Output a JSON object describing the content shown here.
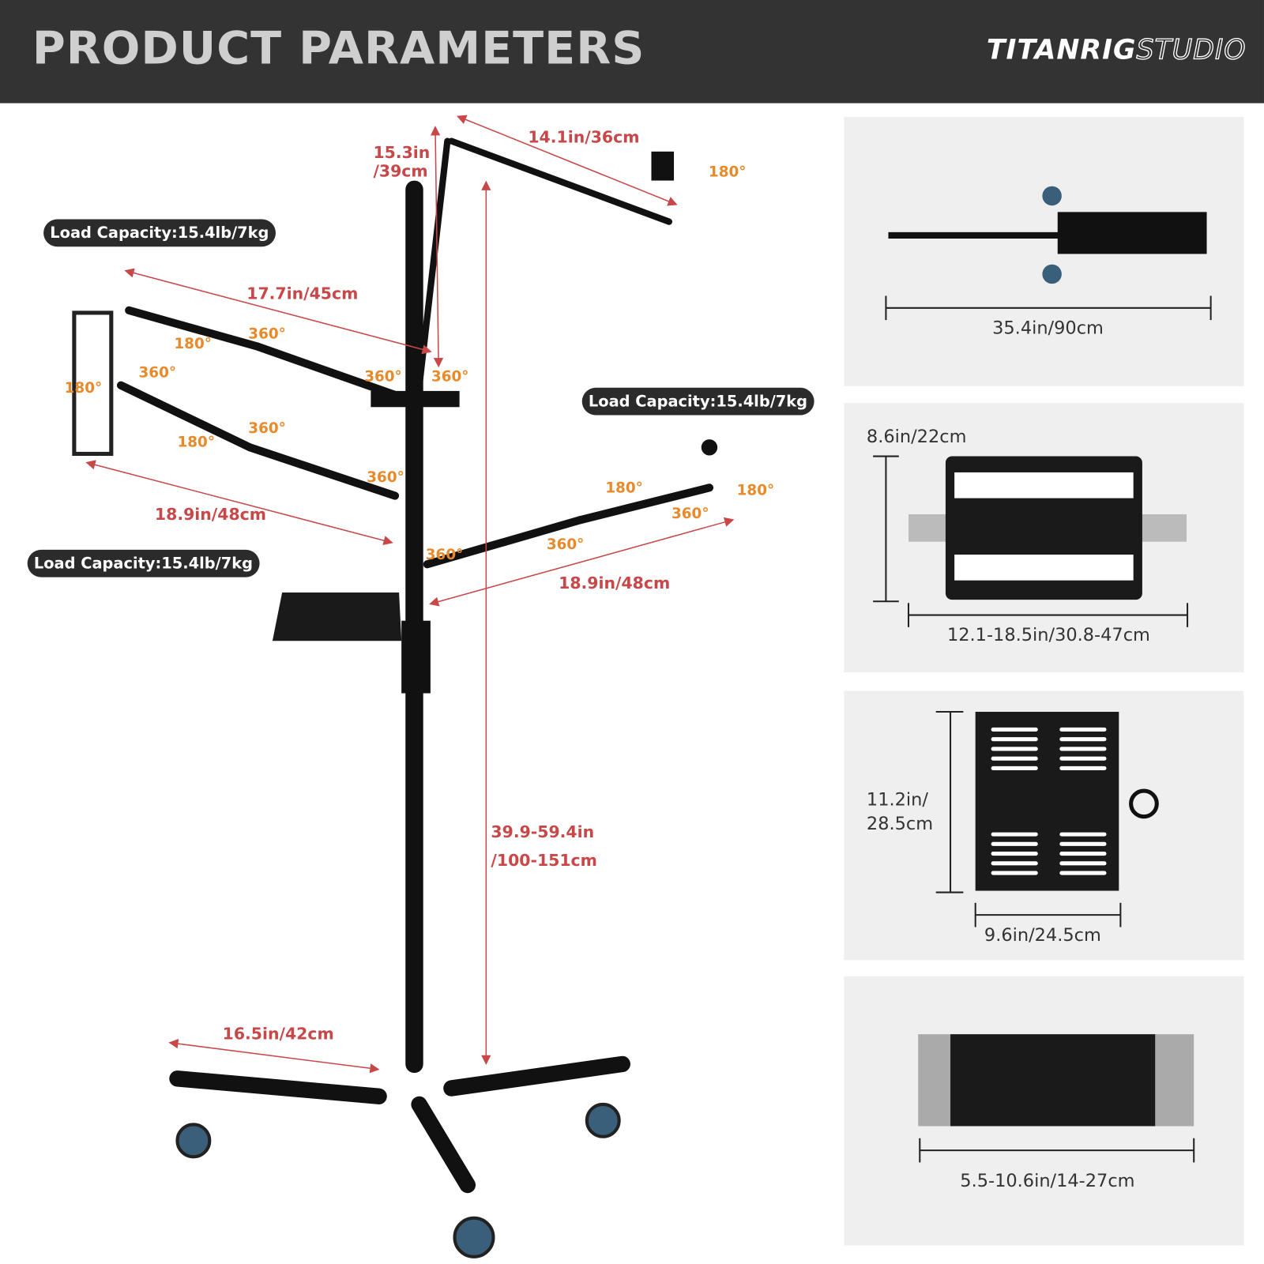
{
  "header": {
    "title": "PRODUCT PARAMETERS",
    "brand_bold": "TITANRIG",
    "brand_outline": "STUDIO"
  },
  "colors": {
    "header_bg": "#333333",
    "dimension": "#c8484a",
    "angle": "#e8892a",
    "badge_bg": "#2b2b2b",
    "panel_bg": "#efefef"
  },
  "main": {
    "load_badges": [
      "Load Capacity:15.4lb/7kg",
      "Load Capacity:15.4lb/7kg",
      "Load Capacity:15.4lb/7kg"
    ],
    "dimensions": {
      "boom_height": "15.3in\n/39cm",
      "boom_length": "14.1in/36cm",
      "upper_arm": "17.7in/45cm",
      "lower_arm": "18.9in/48cm",
      "right_arm": "18.9in/48cm",
      "pole_height_1": "39.9-59.4in",
      "pole_height_2": "/100-151cm",
      "base": "16.5in/42cm"
    },
    "angles": [
      "360°",
      "180°",
      "360°",
      "180°",
      "360°",
      "180°",
      "360°",
      "360°",
      "360°",
      "360°",
      "180°",
      "180°",
      "180°",
      "360°",
      "360°"
    ]
  },
  "panels": [
    {
      "label": "35.4in/90cm"
    },
    {
      "height": "8.6in/22cm",
      "width": "12.1-18.5in/30.8-47cm"
    },
    {
      "height_1": "11.2in/",
      "height_2": "28.5cm",
      "width": "9.6in/24.5cm"
    },
    {
      "width": "5.5-10.6in/14-27cm"
    }
  ]
}
